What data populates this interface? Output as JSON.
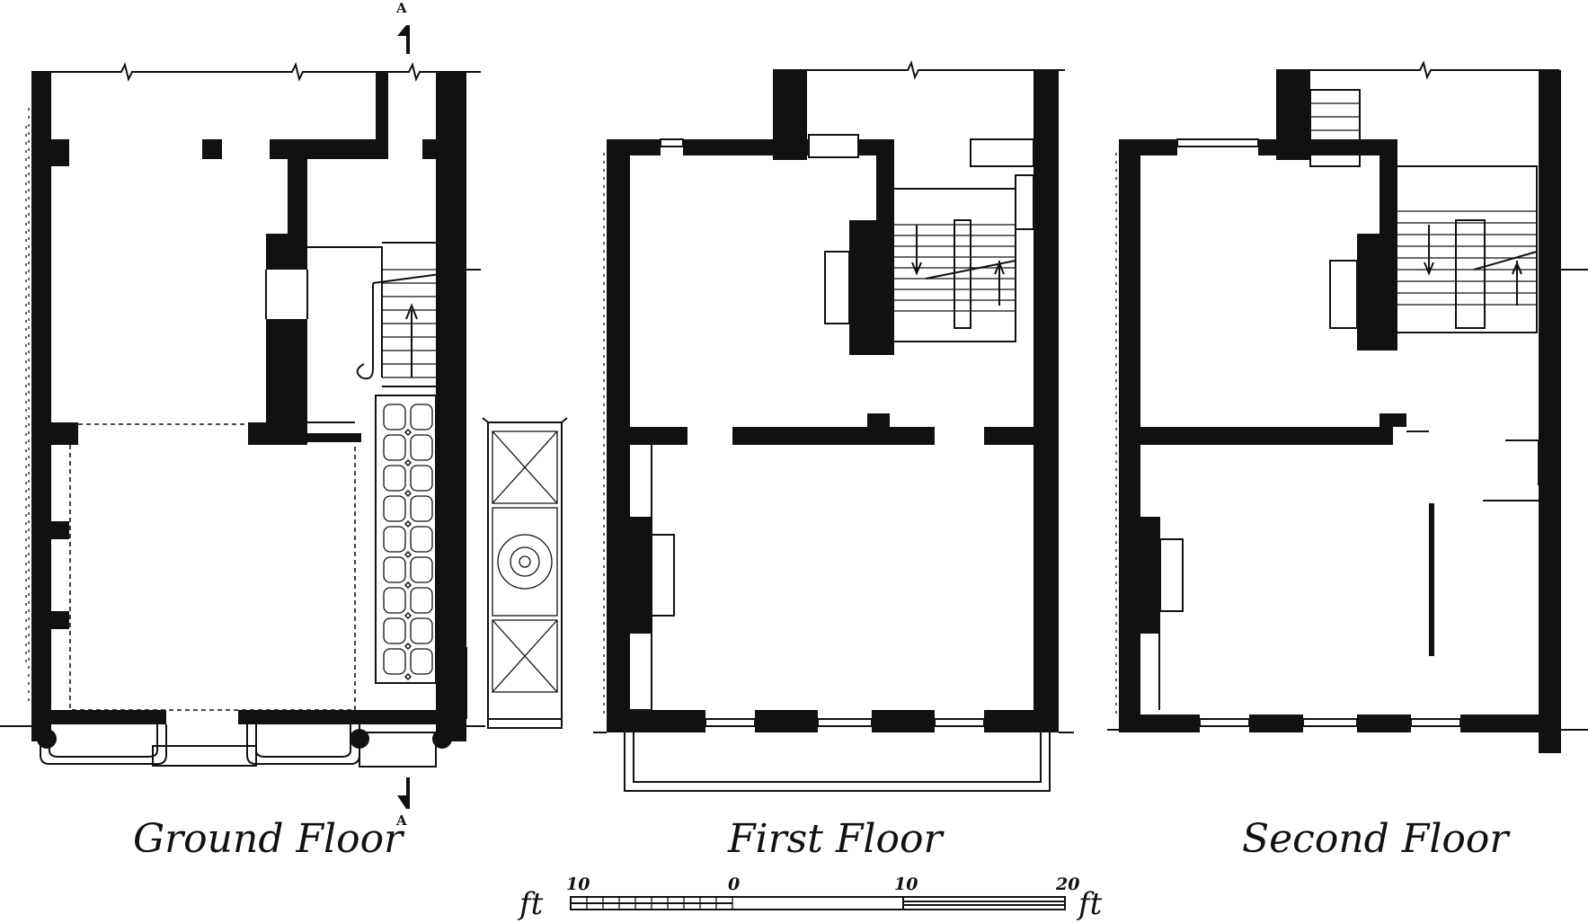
{
  "plans": [
    {
      "id": "ground",
      "title": "Ground Floor"
    },
    {
      "id": "first",
      "title": "First Floor"
    },
    {
      "id": "second",
      "title": "Second Floor"
    }
  ],
  "section_marker": {
    "label": "A"
  },
  "scale_bar": {
    "ticks": [
      "10",
      "0",
      "10",
      "20"
    ],
    "unit_left": "ft",
    "unit_right": "ft"
  }
}
